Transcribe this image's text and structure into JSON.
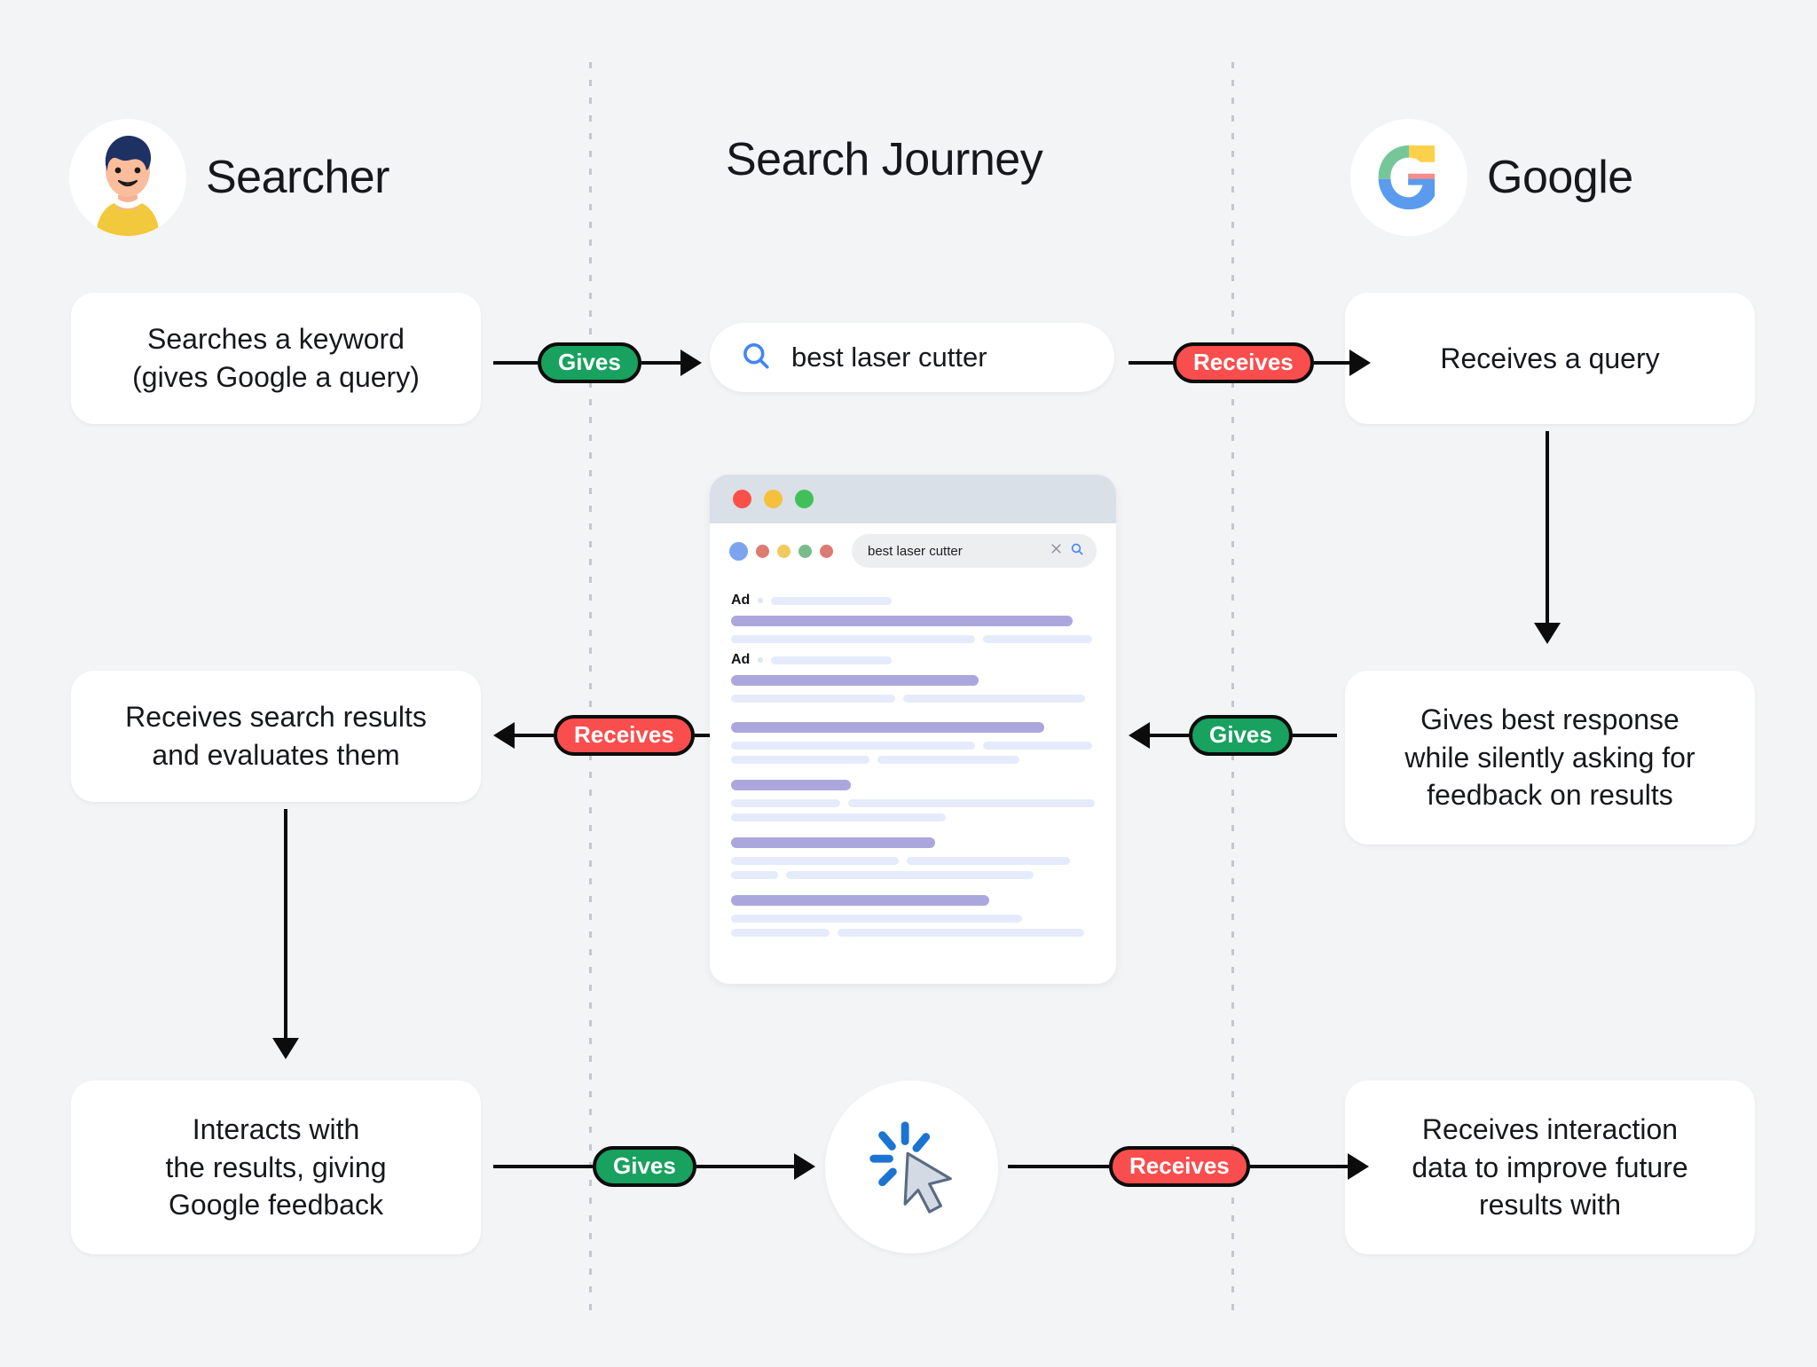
{
  "lanes": {
    "searcher": {
      "title": "Searcher",
      "avatar_icon": "person-avatar-icon"
    },
    "journey": {
      "title": "Search Journey"
    },
    "google": {
      "title": "Google",
      "logo_icon": "google-g-logo-icon"
    }
  },
  "searcher_cards": [
    "Searches a keyword\n(gives Google a query)",
    "Receives search results\nand evaluates them",
    "Interacts with\nthe results, giving\nGoogle feedback"
  ],
  "google_cards": [
    "Receives a query",
    "Gives best response\nwhile silently asking for\nfeedback on results",
    "Receives interaction\ndata to improve future\nresults with"
  ],
  "query_pill": {
    "text": "best laser cutter",
    "icon": "search-icon",
    "icon_color": "#4285f4"
  },
  "connectors": {
    "top_left": {
      "label": "Gives",
      "kind": "gives",
      "direction": "right"
    },
    "top_right": {
      "label": "Receives",
      "kind": "receives",
      "direction": "right"
    },
    "mid_left": {
      "label": "Receives",
      "kind": "receives",
      "direction": "left"
    },
    "mid_right": {
      "label": "Gives",
      "kind": "gives",
      "direction": "left"
    },
    "bottom_left": {
      "label": "Gives",
      "kind": "gives",
      "direction": "right"
    },
    "bottom_right": {
      "label": "Receives",
      "kind": "receives",
      "direction": "right"
    }
  },
  "browser_mock": {
    "window_dots": [
      "#f9514a",
      "#f5c13c",
      "#41c05a"
    ],
    "brand_dots": [
      "#7ba3ee",
      "#dd7a72",
      "#f0c95f",
      "#79bb8b",
      "#dd7a72"
    ],
    "search_value": "best laser cutter",
    "clear_icon": "close-x-icon",
    "search_icon": "search-icon",
    "results": [
      {
        "ad": "Ad",
        "title_w": 100,
        "lines": [
          [
            68,
            30
          ]
        ]
      },
      {
        "ad": "Ad",
        "title_w": 72,
        "lines": [
          [
            43,
            51
          ]
        ]
      },
      {
        "ad": null,
        "title_w": 90,
        "lines": [
          [
            69,
            29
          ],
          [
            39,
            40
          ]
        ]
      },
      {
        "ad": null,
        "title_w": 33,
        "lines": [
          [
            30,
            69
          ]
        ],
        "extra": [
          [
            59
          ]
        ]
      },
      {
        "ad": null,
        "title_w": 56,
        "lines": [
          [
            46,
            45
          ]
        ],
        "extra": [
          [
            13,
            69
          ]
        ]
      },
      {
        "ad": null,
        "title_w": 71,
        "lines": [
          [
            80
          ]
        ],
        "extra": [
          [
            27,
            69
          ]
        ]
      }
    ]
  },
  "click_icon": {
    "name": "cursor-click-icon",
    "ray_color": "#1b74d1",
    "cursor_fill": "#d3dae4",
    "cursor_stroke": "#5a6b80"
  },
  "colors": {
    "background": "#f3f4f6",
    "card": "#ffffff",
    "gives_green": "#19a15f",
    "receives_red": "#fa4d4d",
    "arrow_black": "#0c0c0c",
    "skeleton_purple": "#aba7dd",
    "skeleton_blue": "#e6ebfb",
    "divider_gray": "#c3c7cd"
  }
}
